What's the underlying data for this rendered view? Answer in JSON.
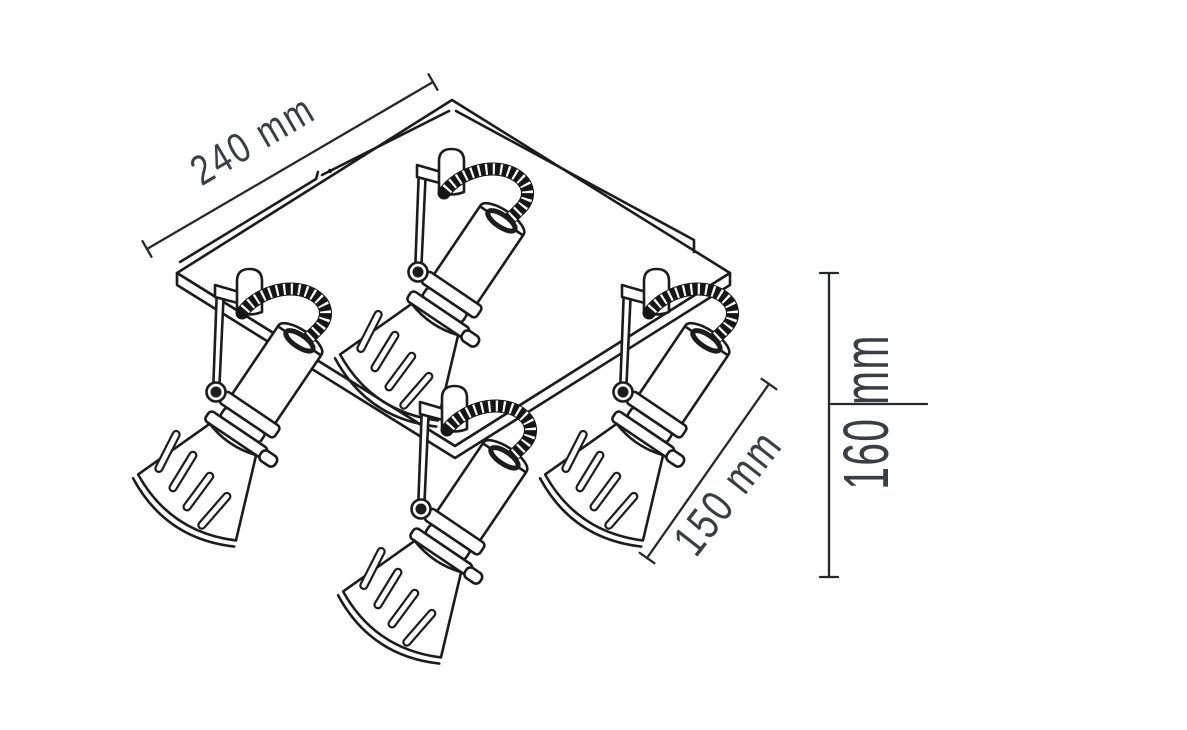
{
  "drawing": {
    "type": "technical-dimension-drawing",
    "subject": "4-light ceiling spotlight fixture",
    "spotlight_count": 4,
    "background_color": "#ffffff",
    "line_color": "#1c1c1c",
    "label_color": "#383e44",
    "dimensions": {
      "width": {
        "label": "240 mm"
      },
      "depth": {
        "label": "150 mm"
      },
      "height": {
        "label": "160 mm"
      }
    }
  }
}
